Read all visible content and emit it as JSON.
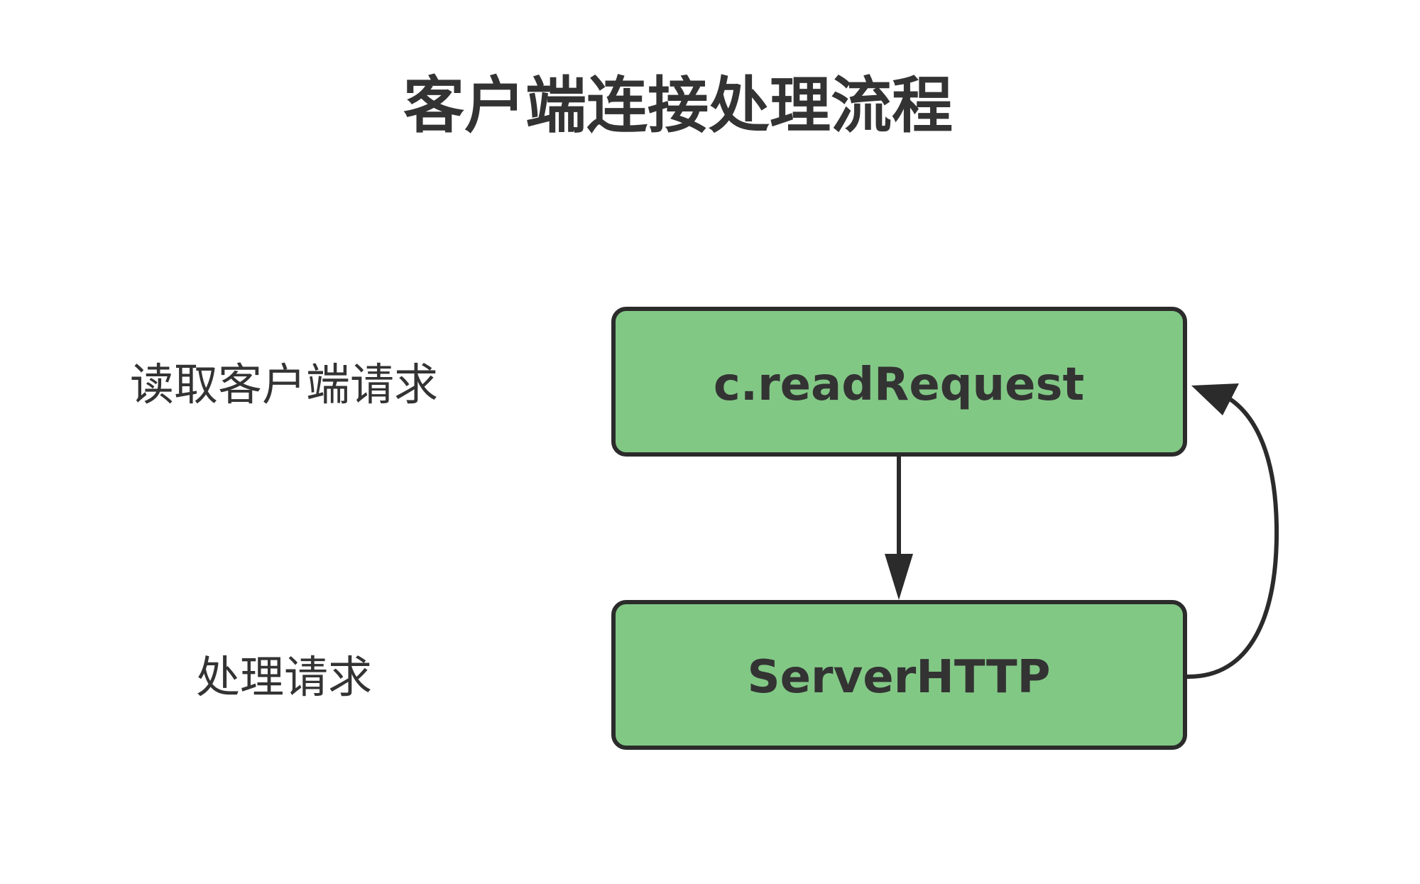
{
  "title": "客户端连接处理流程",
  "steps": [
    {
      "label": "读取客户端请求",
      "node": "c.readRequest"
    },
    {
      "label": "处理请求",
      "node": "ServerHTTP"
    }
  ],
  "colors": {
    "box_fill": "#82c885",
    "box_stroke": "#2b2b2b",
    "text": "#333333",
    "arrow": "#2b2b2b",
    "background": "#ffffff"
  }
}
